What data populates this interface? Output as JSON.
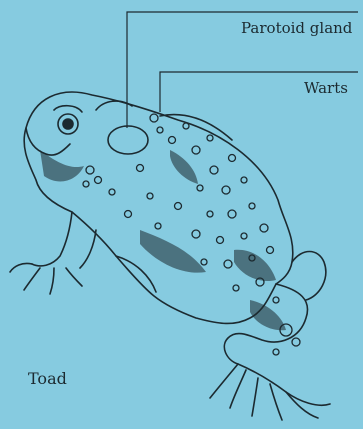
{
  "labels": {
    "parotoid": "Parotoid gland",
    "warts": "Warts"
  },
  "caption": "Toad",
  "colors": {
    "background": "#86cbe0",
    "ink": "#1c2a30"
  },
  "subject": "toad-line-drawing"
}
